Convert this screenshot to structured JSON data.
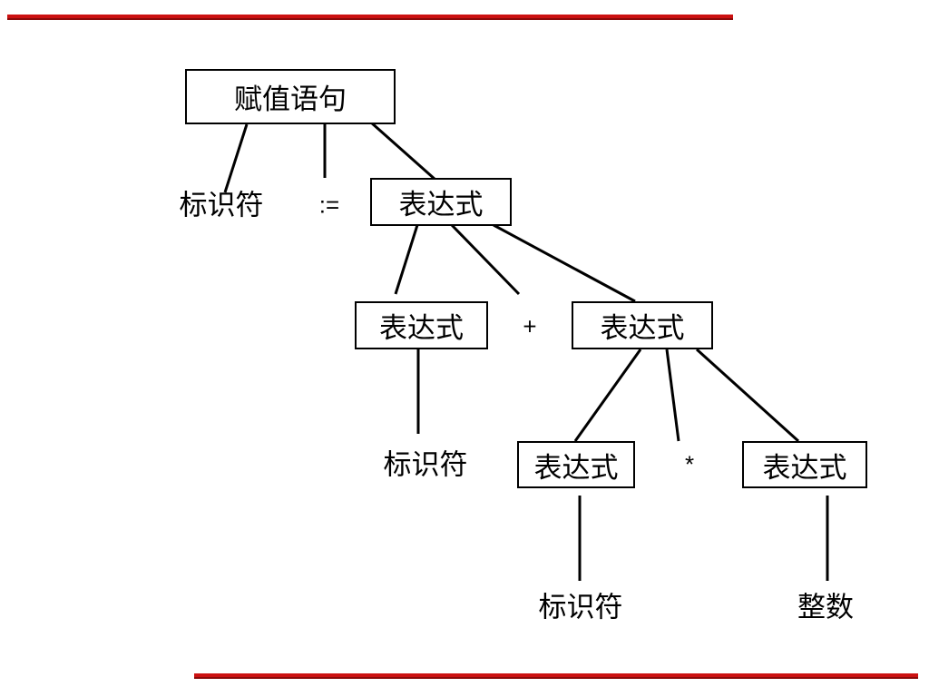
{
  "rule_color": "#cc1111",
  "nodes": {
    "root": "赋值语句",
    "expr_main": "表达式",
    "expr_left": "表达式",
    "expr_right": "表达式",
    "expr_rl": "表达式",
    "expr_rr": "表达式"
  },
  "leaves": {
    "id_1": "标识符",
    "assign_op": ":=",
    "plus_op": "+",
    "id_2": "标识符",
    "mul_op": "*",
    "id_3": "标识符",
    "integer": "整数"
  }
}
